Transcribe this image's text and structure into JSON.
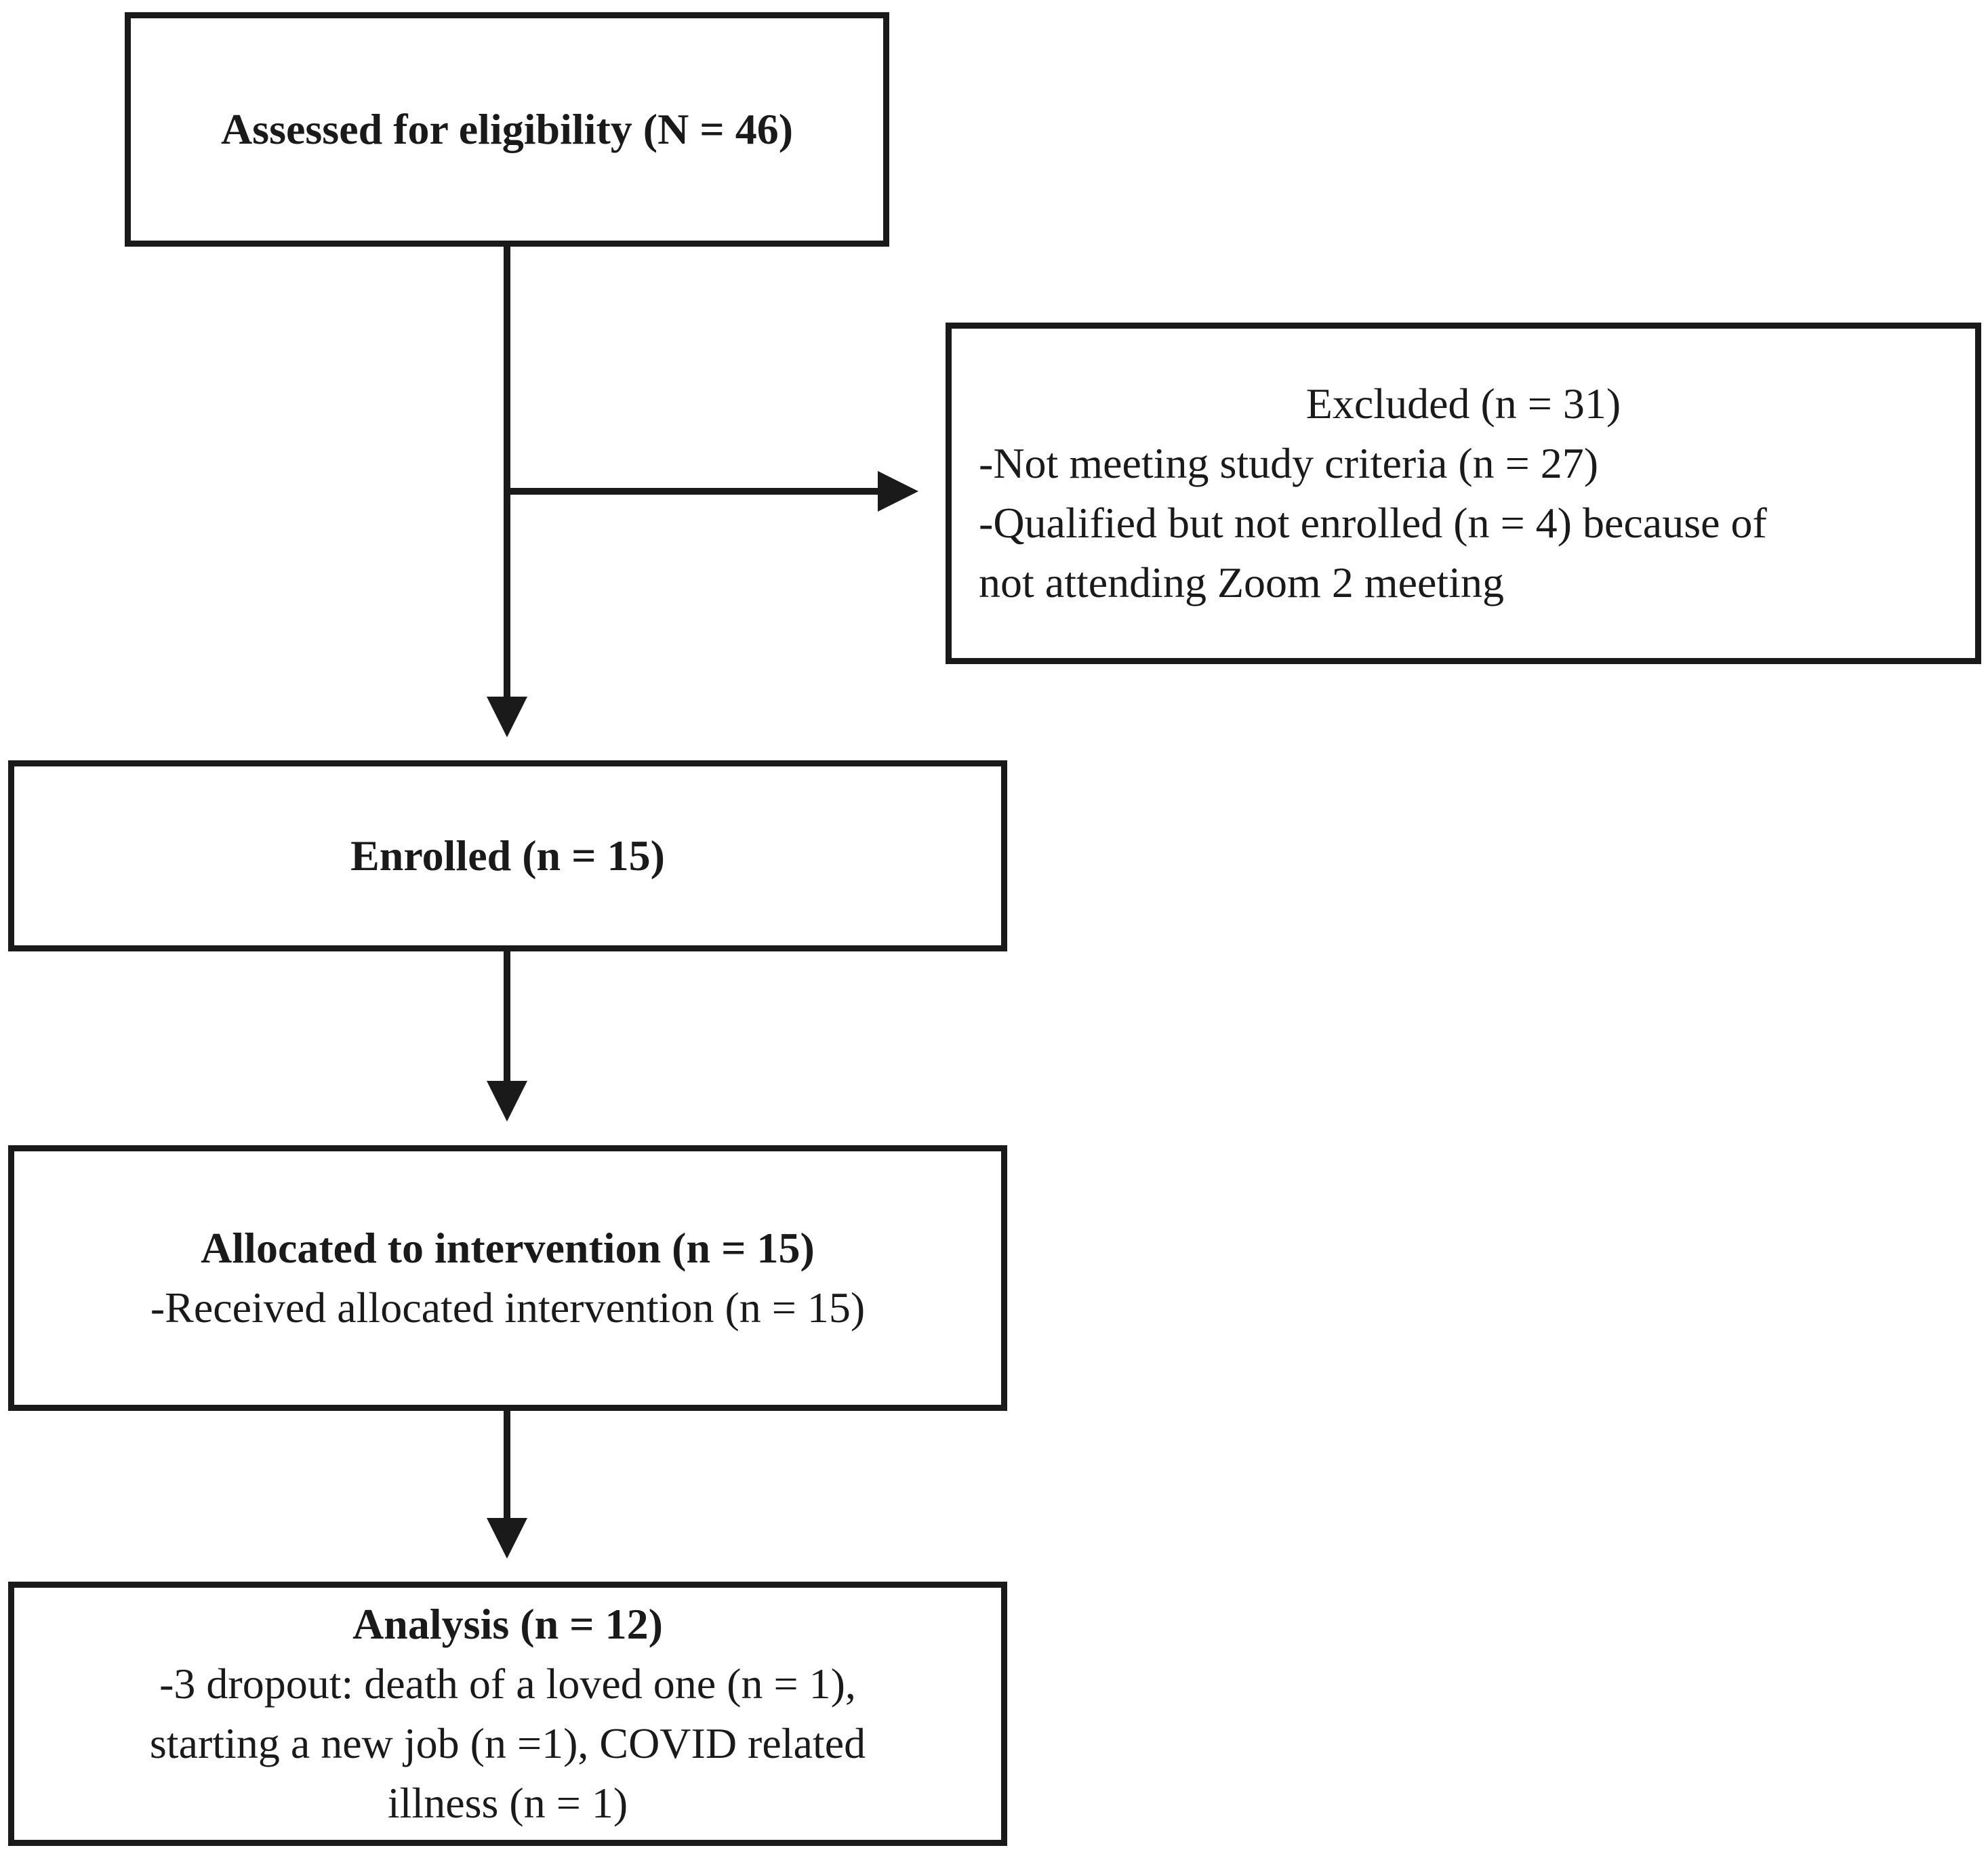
{
  "diagram": {
    "assessed": {
      "title": "Assessed for eligibility (N = 46)"
    },
    "excluded": {
      "title": "Excluded (n = 31)",
      "line1": "-Not meeting study criteria (n = 27)",
      "line2": "-Qualified but not enrolled (n = 4) because of",
      "line3": "not attending Zoom 2 meeting"
    },
    "enrolled": {
      "title": "Enrolled (n = 15)"
    },
    "allocated": {
      "title": "Allocated to intervention (n = 15)",
      "line1": "-Received allocated intervention (n = 15)"
    },
    "analysis": {
      "title": "Analysis (n = 12)",
      "line1": "-3 dropout: death of a loved one (n = 1),",
      "line2": "starting a new job (n =1), COVID related",
      "line3": "illness (n = 1)"
    }
  }
}
